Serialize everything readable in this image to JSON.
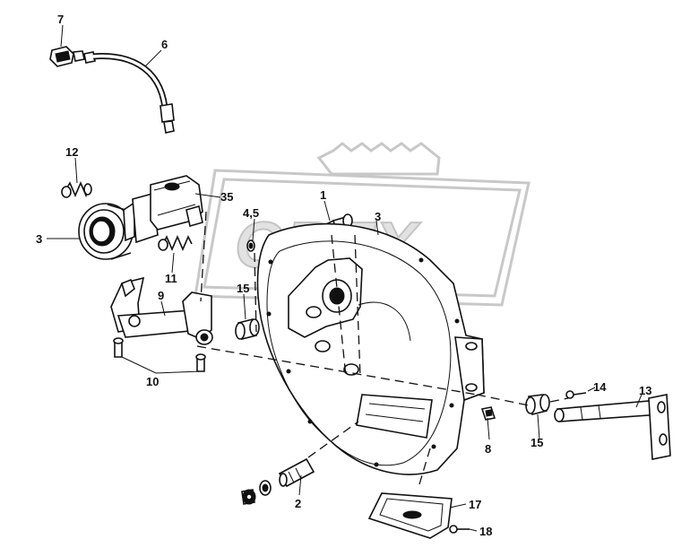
{
  "watermark": {
    "text": "OREX"
  },
  "callouts": {
    "c7": "7",
    "c6": "6",
    "c12": "12",
    "c35": "35",
    "c3a": "3",
    "c1": "1",
    "c3b": "3",
    "c45": "4,5",
    "c11": "11",
    "c9": "9",
    "c15a": "15",
    "c10": "10",
    "c14": "14",
    "c13": "13",
    "c8": "8",
    "c15b": "15",
    "c2": "2",
    "c17": "17",
    "c18": "18"
  }
}
